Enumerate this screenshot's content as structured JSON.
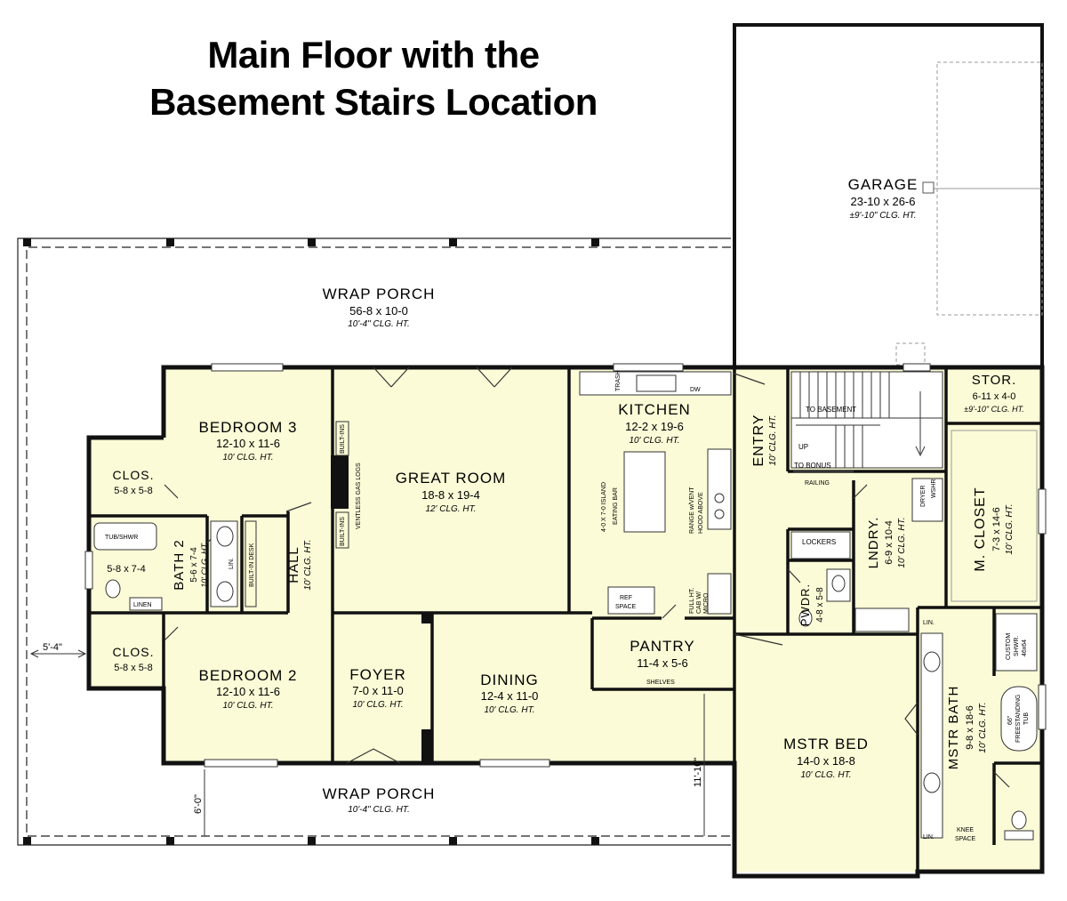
{
  "title": {
    "line1": "Main Floor with the",
    "line2": "Basement Stairs Location"
  },
  "colors": {
    "room_fill": "#fbfbd7",
    "wall": "#111111",
    "background": "#ffffff"
  },
  "rooms": {
    "garage": {
      "name": "GARAGE",
      "dim": "23-10 x 26-6",
      "clg": "±9'-10\" CLG. HT."
    },
    "wrap_porch_top": {
      "name": "WRAP PORCH",
      "dim": "56-8 x 10-0",
      "clg": "10'-4\" CLG. HT."
    },
    "wrap_porch_bottom": {
      "name": "WRAP PORCH",
      "clg": "10'-4\" CLG. HT."
    },
    "bedroom3": {
      "name": "BEDROOM 3",
      "dim": "12-10 x 11-6",
      "clg": "10' CLG. HT."
    },
    "bedroom2": {
      "name": "BEDROOM 2",
      "dim": "12-10 x 11-6",
      "clg": "10' CLG. HT."
    },
    "clos_top": {
      "name": "CLOS.",
      "dim": "5-8 x 5-8"
    },
    "clos_bottom": {
      "name": "CLOS.",
      "dim": "5-8 x 5-8"
    },
    "bath2": {
      "name": "BATH 2",
      "dim": "5-6 x 7-4",
      "clg": "10' CLG. HT."
    },
    "bath_side": {
      "dim": "5-8 x 7-4"
    },
    "hall": {
      "name": "HALL",
      "clg": "10' CLG. HT."
    },
    "great_room": {
      "name": "GREAT ROOM",
      "dim": "18-8 x 19-4",
      "clg": "12' CLG. HT."
    },
    "foyer": {
      "name": "FOYER",
      "dim": "7-0 x 11-0",
      "clg": "10' CLG. HT."
    },
    "dining": {
      "name": "DINING",
      "dim": "12-4 x 11-0",
      "clg": "10' CLG. HT."
    },
    "kitchen": {
      "name": "KITCHEN",
      "dim": "12-2 x 19-6",
      "clg": "10' CLG. HT."
    },
    "pantry": {
      "name": "PANTRY",
      "dim": "11-4 x 5-6"
    },
    "entry": {
      "name": "ENTRY",
      "clg": "10' CLG. HT."
    },
    "stor": {
      "name": "STOR.",
      "dim": "6-11 x 4-0",
      "clg": "±9'-10\" CLG. HT."
    },
    "m_closet": {
      "name": "M. CLOSET",
      "dim": "7-3 x 14-6",
      "clg": "10' CLG. HT."
    },
    "lndry": {
      "name": "LNDRY.",
      "dim": "6-9 x 10-4",
      "clg": "10' CLG. HT."
    },
    "pwdr": {
      "name": "PWDR.",
      "dim": "4-8 x 5-8"
    },
    "mstr_bed": {
      "name": "MSTR BED",
      "dim": "14-0 x 18-8",
      "clg": "10' CLG. HT."
    },
    "mstr_bath": {
      "name": "MSTR BATH",
      "dim": "9-8 x 18-6",
      "clg": "10' CLG. HT."
    }
  },
  "labels": {
    "to_basement": "TO BASEMENT",
    "up": "UP",
    "to_bonus": "TO BONUS",
    "railing": "RAILING",
    "lockers": "LOCKERS",
    "shelves": "SHELVES",
    "ref_space_1": "REF",
    "ref_space_2": "SPACE",
    "eating_bar": "EATING BAR",
    "island": "4-0 X 7-0 ISLAND",
    "range_1": "RANGE w/VENT",
    "range_2": "HOOD ABOVE",
    "trash": "TRASH",
    "dw": "DW",
    "built_ins_1": "BUILT-INS",
    "built_ins_2": "BUILT-INS",
    "ventless": "VENTLESS GAS LOGS",
    "built_in_desk": "BUILT-IN DESK",
    "lin_hall": "LIN.",
    "tub_shwr": "TUB/SHWR",
    "linen": "LINEN",
    "dryer": "DRYER",
    "wshr": "WSHR",
    "lin_bath_1": "LIN.",
    "lin_bath_2": "LIN.",
    "knee_1": "KNEE",
    "knee_2": "SPACE",
    "custom_shwr_1": "CUSTOM",
    "custom_shwr_2": "SHWR.",
    "custom_shwr_3": "46x64",
    "tub_1": "66\"",
    "tub_2": "FREESTANDING",
    "tub_3": "TUB",
    "full_ht_1": "FULL HT.",
    "full_ht_2": "CAB W/",
    "full_ht_3": "MICRO"
  },
  "dimensions": {
    "side_porch": "5'-4\"",
    "front_porch": "6'-0\"",
    "front_porch_right": "11'-10\""
  }
}
